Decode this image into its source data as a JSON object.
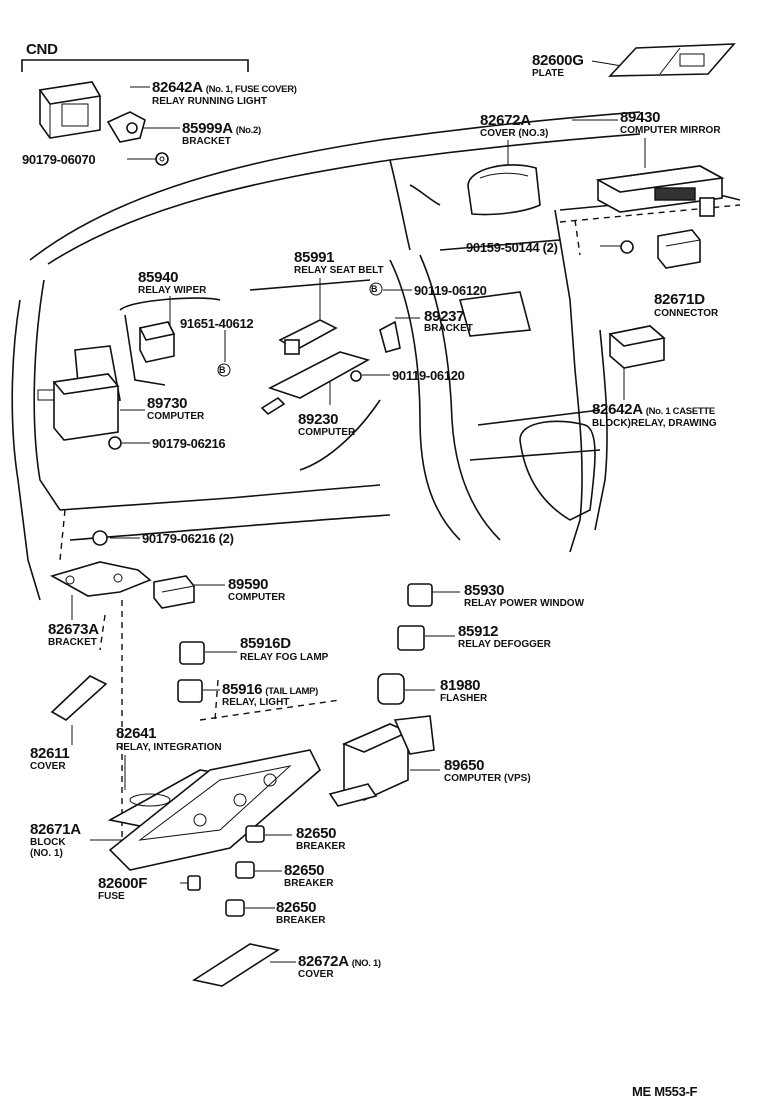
{
  "cnd_label": "CND",
  "footer_code": "ME M553-F",
  "parts": {
    "p82600G": {
      "number": "82600G",
      "name": "PLATE"
    },
    "p82642A_top": {
      "number": "82642A",
      "qualifier": "(No. 1, FUSE COVER)",
      "name": "RELAY RUNNING LIGHT"
    },
    "p85999A": {
      "number": "85999A",
      "qualifier": "(No.2)",
      "name": "BRACKET"
    },
    "p90179_06070": {
      "number": "90179-06070"
    },
    "p82672A_cover3": {
      "number": "82672A",
      "name": "COVER (NO.3)"
    },
    "p89430": {
      "number": "89430",
      "name": "COMPUTER MIRROR"
    },
    "p90159_50144": {
      "number": "90159-50144 (2)"
    },
    "p82671D": {
      "number": "82671D",
      "name": "CONNECTOR"
    },
    "p85991": {
      "number": "85991",
      "name": "RELAY SEAT BELT"
    },
    "p85940": {
      "number": "85940",
      "name": "RELAY WIPER"
    },
    "p90119_06120_a": {
      "number": "90119-06120",
      "marker": "B"
    },
    "p91651_40612": {
      "number": "91651-40612",
      "marker": "B"
    },
    "p89237": {
      "number": "89237",
      "name": "BRACKET"
    },
    "p90119_06120_b": {
      "number": "90119-06120"
    },
    "p82642A_cassette": {
      "number": "82642A",
      "qualifier": "(No. 1 CASETTE",
      "name": "BLOCK)RELAY, DRAWING"
    },
    "p89730": {
      "number": "89730",
      "name": "COMPUTER"
    },
    "p89230": {
      "number": "89230",
      "name": "COMPUTER"
    },
    "p90179_06216": {
      "number": "90179-06216"
    },
    "p90179_06216_2": {
      "number": "90179-06216 (2)"
    },
    "p89590": {
      "number": "89590",
      "name": "COMPUTER"
    },
    "p85930": {
      "number": "85930",
      "name": "RELAY POWER WINDOW"
    },
    "p82673A": {
      "number": "82673A",
      "name": "BRACKET"
    },
    "p85916D": {
      "number": "85916D",
      "name": "RELAY FOG LAMP"
    },
    "p85912": {
      "number": "85912",
      "name": "RELAY DEFOGGER"
    },
    "p85916": {
      "number": "85916",
      "qualifier": "(TAIL LAMP)",
      "name": "RELAY, LIGHT"
    },
    "p81980": {
      "number": "81980",
      "name": "FLASHER"
    },
    "p82611": {
      "number": "82611",
      "name": "COVER"
    },
    "p82641": {
      "number": "82641",
      "name": "RELAY, INTEGRATION"
    },
    "p89650": {
      "number": "89650",
      "name": "COMPUTER (VPS)"
    },
    "p82671A": {
      "number": "82671A",
      "name": "BLOCK",
      "name2": "(NO. 1)"
    },
    "p82650_a": {
      "number": "82650",
      "name": "BREAKER"
    },
    "p82650_b": {
      "number": "82650",
      "name": "BREAKER"
    },
    "p82650_c": {
      "number": "82650",
      "name": "BREAKER"
    },
    "p82600F": {
      "number": "82600F",
      "name": "FUSE"
    },
    "p82672A_cover1": {
      "number": "82672A",
      "qualifier": "(NO. 1)",
      "name": "COVER"
    }
  }
}
